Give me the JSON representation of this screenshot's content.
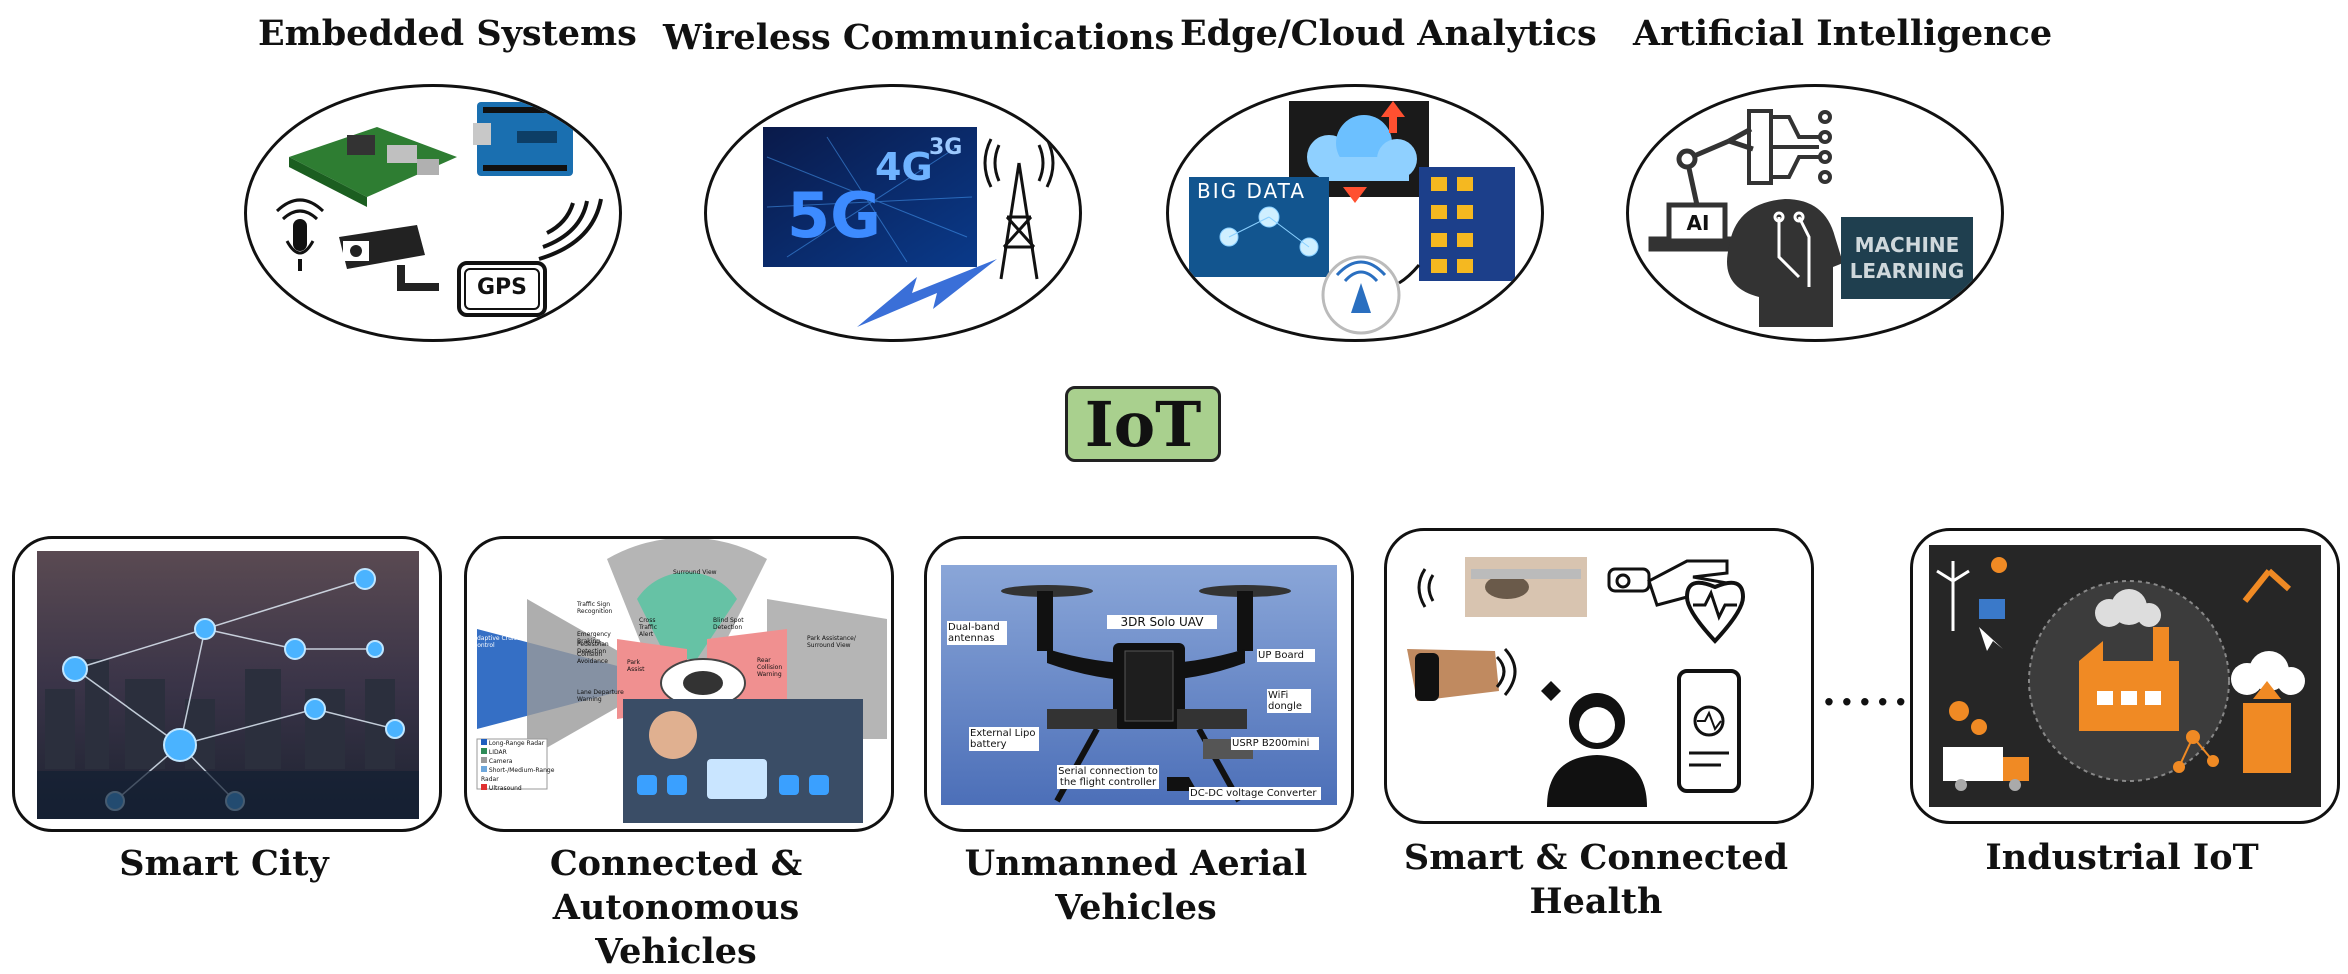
{
  "top_categories": [
    {
      "title": "Embedded Systems"
    },
    {
      "title": "Wireless Communications"
    },
    {
      "title": "Edge/Cloud Analytics"
    },
    {
      "title": "Artificial Intelligence"
    }
  ],
  "embedded": {
    "gps_label": "GPS"
  },
  "wireless": {
    "text_5g": "5G",
    "text_4g": "4G",
    "text_3g": "3G"
  },
  "analytics": {
    "big_data": "BIG DATA"
  },
  "ai": {
    "ai_label": "AI",
    "ml_line1": "MACHINE",
    "ml_line2": "LEARNING"
  },
  "center": {
    "label": "IoT"
  },
  "applications": [
    {
      "label_line1": "Smart City",
      "label_line2": ""
    },
    {
      "label_line1": "Connected & Autonomous",
      "label_line2": "Vehicles"
    },
    {
      "label_line1": "Unmanned Aerial",
      "label_line2": "Vehicles"
    },
    {
      "label_line1": "Smart  & Connected",
      "label_line2": "Health"
    },
    {
      "label_line1": "Industrial IoT",
      "label_line2": ""
    }
  ],
  "vehicles": {
    "sensor_labels": [
      "Adaptive Cruise Control",
      "Traffic Sign Recognition",
      "Emergency Braking",
      "Pedestrian Detection",
      "Collision Avoidance",
      "Lane Departure Warning",
      "Cross Traffic Alert",
      "Park Assist",
      "Surround View",
      "Blind Spot Detection",
      "Rear Collision Warning",
      "Park Assistance/ Surround View"
    ],
    "legend": [
      "Long-Range Radar",
      "LIDAR",
      "Camera",
      "Short-/Medium-Range Radar",
      "Ultrasound"
    ],
    "legend_colors": [
      "#1f5fbf",
      "#2e8b57",
      "#9a9a9a",
      "#6fa8dc",
      "#e03030"
    ]
  },
  "uav": {
    "title": "3DR Solo UAV",
    "callouts": [
      "Dual-band antennas",
      "UP Board",
      "WiFi dongle",
      "External Lipo battery",
      "USRP B200mini",
      "Serial connection to the flight controller",
      "DC-DC voltage Converter"
    ]
  },
  "ellipsis": "......",
  "colors": {
    "iot_box": "#a9d08e",
    "accent_blue": "#2a7fd4",
    "accent_orange": "#f08a24"
  }
}
